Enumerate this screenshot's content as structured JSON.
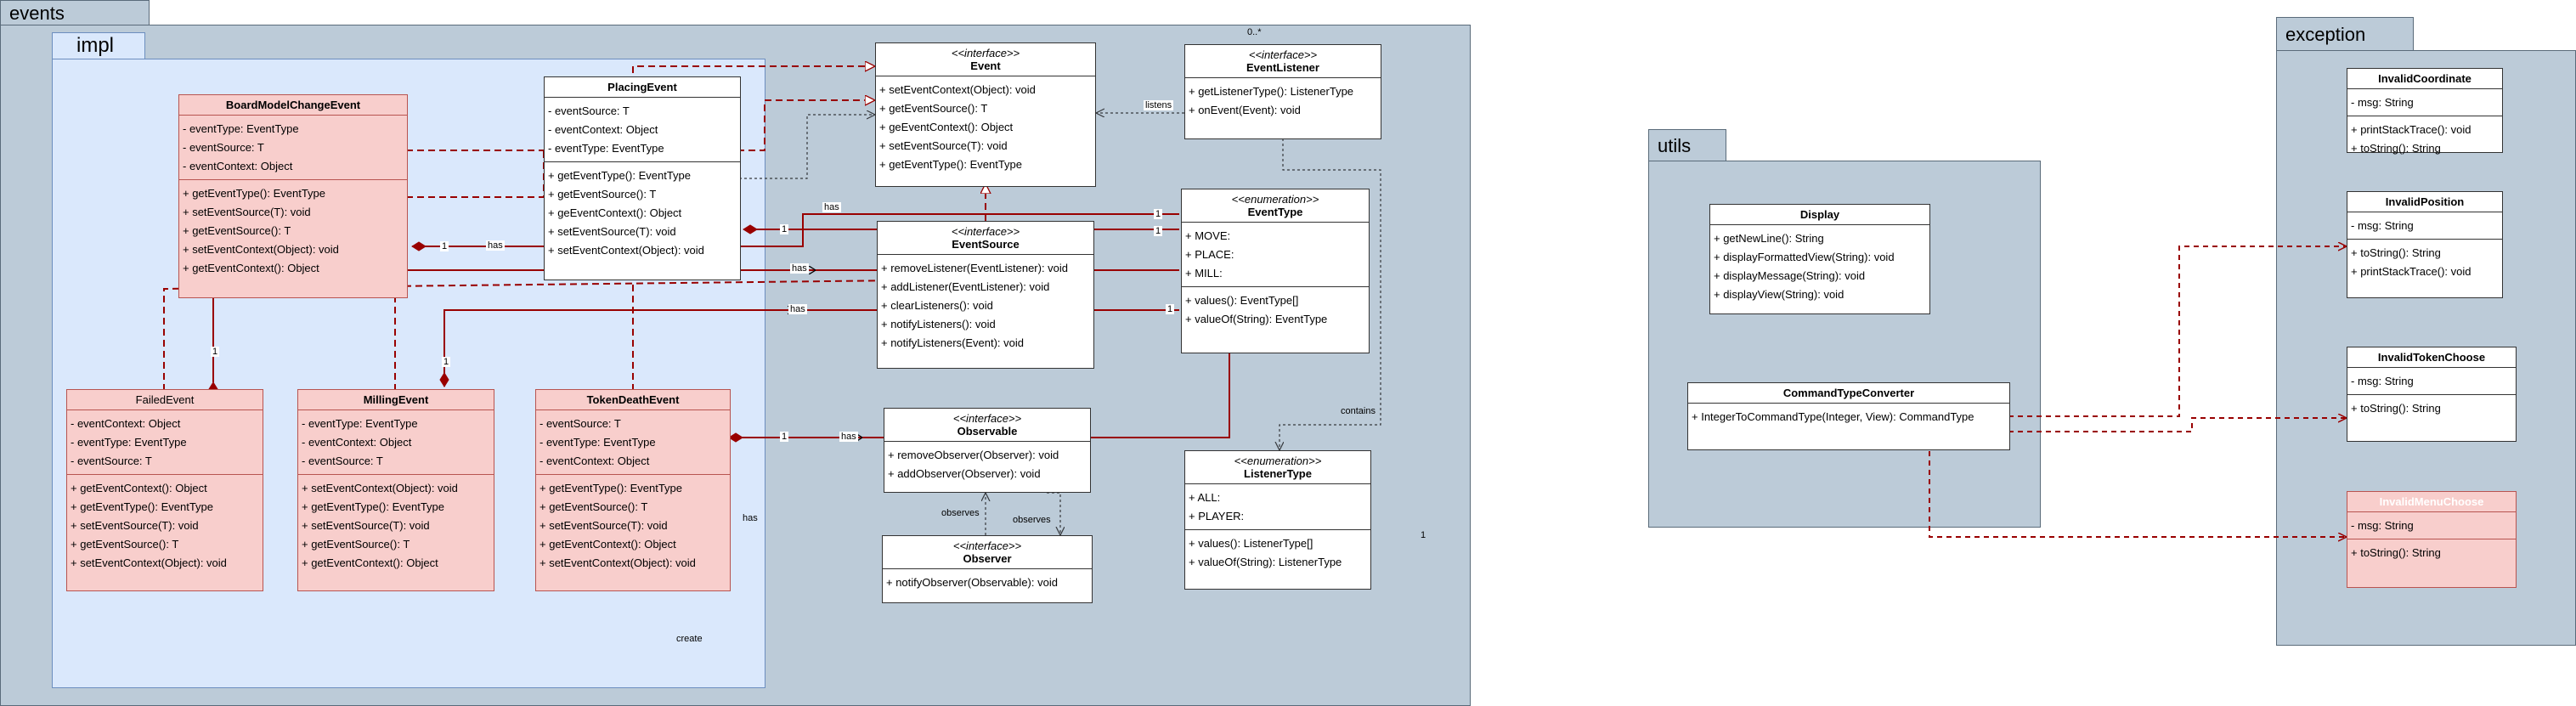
{
  "packages": {
    "events": "events",
    "impl": "impl",
    "utils": "utils",
    "exception": "exception"
  },
  "classes": {
    "board": {
      "name": "BoardModelChangeEvent",
      "attrs": [
        "- eventType: EventType",
        "- eventSource: T",
        "- eventContext: Object"
      ],
      "ops": [
        "+ getEventType(): EventType",
        "+ setEventSource(T): void",
        "+ getEventSource(): T",
        "+ setEventContext(Object): void",
        "+ getEventContext(): Object"
      ]
    },
    "placing": {
      "name": "PlacingEvent",
      "attrs": [
        "- eventSource: T",
        "- eventContext: Object",
        "- eventType: EventType"
      ],
      "ops": [
        "+ getEventType(): EventType",
        "+ getEventSource(): T",
        "+ geEventContext(): Object",
        "+ setEventSource(T): void",
        "+ setEventContext(Object): void"
      ]
    },
    "event": {
      "stereo": "<<interface>>",
      "name": "Event",
      "ops": [
        "+ setEventContext(Object): void",
        "+ getEventSource(): T",
        "+ geEventContext(): Object",
        "+ setEventSource(T): void",
        "+ getEventType(): EventType"
      ]
    },
    "listener": {
      "stereo": "<<interface>>",
      "name": "EventListener",
      "ops": [
        "+ getListenerType(): ListenerType",
        "+ onEvent(Event): void"
      ]
    },
    "source": {
      "stereo": "<<interface>>",
      "name": "EventSource",
      "ops": [
        "+ removeListener(EventListener): void",
        "+ addListener(EventListener): void",
        "+ clearListeners(): void",
        "+ notifyListeners(): void",
        "+ notifyListeners(Event): void"
      ]
    },
    "eventType": {
      "stereo": "<<enumeration>>",
      "name": "EventType",
      "attrs": [
        "+ MOVE:",
        "+ PLACE:",
        "+ MILL:"
      ],
      "ops": [
        "+ values(): EventType[]",
        "+ valueOf(String): EventType"
      ]
    },
    "failed": {
      "name": "FailedEvent",
      "attrs": [
        "- eventContext: Object",
        "- eventType: EventType",
        "- eventSource: T"
      ],
      "ops": [
        "+ getEventContext(): Object",
        "+ getEventType(): EventType",
        "+ setEventSource(T): void",
        "+ getEventSource(): T",
        "+ setEventContext(Object): void"
      ]
    },
    "milling": {
      "name": "MillingEvent",
      "attrs": [
        "- eventType: EventType",
        "- eventContext: Object",
        "- eventSource: T"
      ],
      "ops": [
        "+ setEventContext(Object): void",
        "+ getEventType(): EventType",
        "+ setEventSource(T): void",
        "+ getEventSource(): T",
        "+ getEventContext(): Object"
      ]
    },
    "token": {
      "name": "TokenDeathEvent",
      "attrs": [
        "- eventSource: T",
        "- eventType: EventType",
        "- eventContext: Object"
      ],
      "ops": [
        "+ getEventType(): EventType",
        "+ getEventSource(): T",
        "+ setEventSource(T): void",
        "+ getEventContext(): Object",
        "+ setEventContext(Object): void"
      ]
    },
    "observable": {
      "stereo": "<<interface>>",
      "name": "Observable",
      "ops": [
        "+ removeObserver(Observer): void",
        "+ addObserver(Observer): void"
      ]
    },
    "observer": {
      "stereo": "<<interface>>",
      "name": "Observer",
      "ops": [
        "+ notifyObserver(Observable): void"
      ]
    },
    "listenerType": {
      "stereo": "<<enumeration>>",
      "name": "ListenerType",
      "attrs": [
        "+ ALL:",
        "+ PLAYER:"
      ],
      "ops": [
        "+ values(): ListenerType[]",
        "+ valueOf(String): ListenerType"
      ]
    },
    "display": {
      "name": "Display",
      "ops": [
        "+ getNewLine(): String",
        "+ displayFormattedView(String): void",
        "+ displayMessage(String): void",
        "+ displayView(String): void"
      ]
    },
    "converter": {
      "name": "CommandTypeConverter",
      "ops": [
        "+ IntegerToCommandType(Integer, View): CommandType"
      ]
    },
    "invCoord": {
      "name": "InvalidCoordinate",
      "attrs": [
        "- msg: String"
      ],
      "ops": [
        "+ printStackTrace(): void",
        "+ toString(): String"
      ]
    },
    "invPos": {
      "name": "InvalidPosition",
      "attrs": [
        "- msg: String"
      ],
      "ops": [
        "+ toString(): String",
        "+ printStackTrace(): void"
      ]
    },
    "invToken": {
      "name": "InvalidTokenChoose",
      "attrs": [
        "- msg: String"
      ],
      "ops": [
        "+ toString(): String"
      ]
    },
    "invMenu": {
      "name": "InvalidMenuChoose",
      "attrs": [
        "- msg: String"
      ],
      "ops": [
        "+ toString(): String"
      ]
    }
  },
  "labels": {
    "has1": "has",
    "has2": "has",
    "has3": "has",
    "has4": "has",
    "has5": "has",
    "has6": "has",
    "listens": "listens",
    "contains": "contains",
    "observes1": "observes",
    "observes2": "observes",
    "create": "create",
    "mult_0n": "0..*",
    "mult_a": "1",
    "mult_b": "1",
    "mult_c": "1",
    "mult_d": "1",
    "mult_e": "1",
    "mult_f": "1",
    "mult_g": "1",
    "mult_h": "1",
    "mult_i": "1"
  }
}
